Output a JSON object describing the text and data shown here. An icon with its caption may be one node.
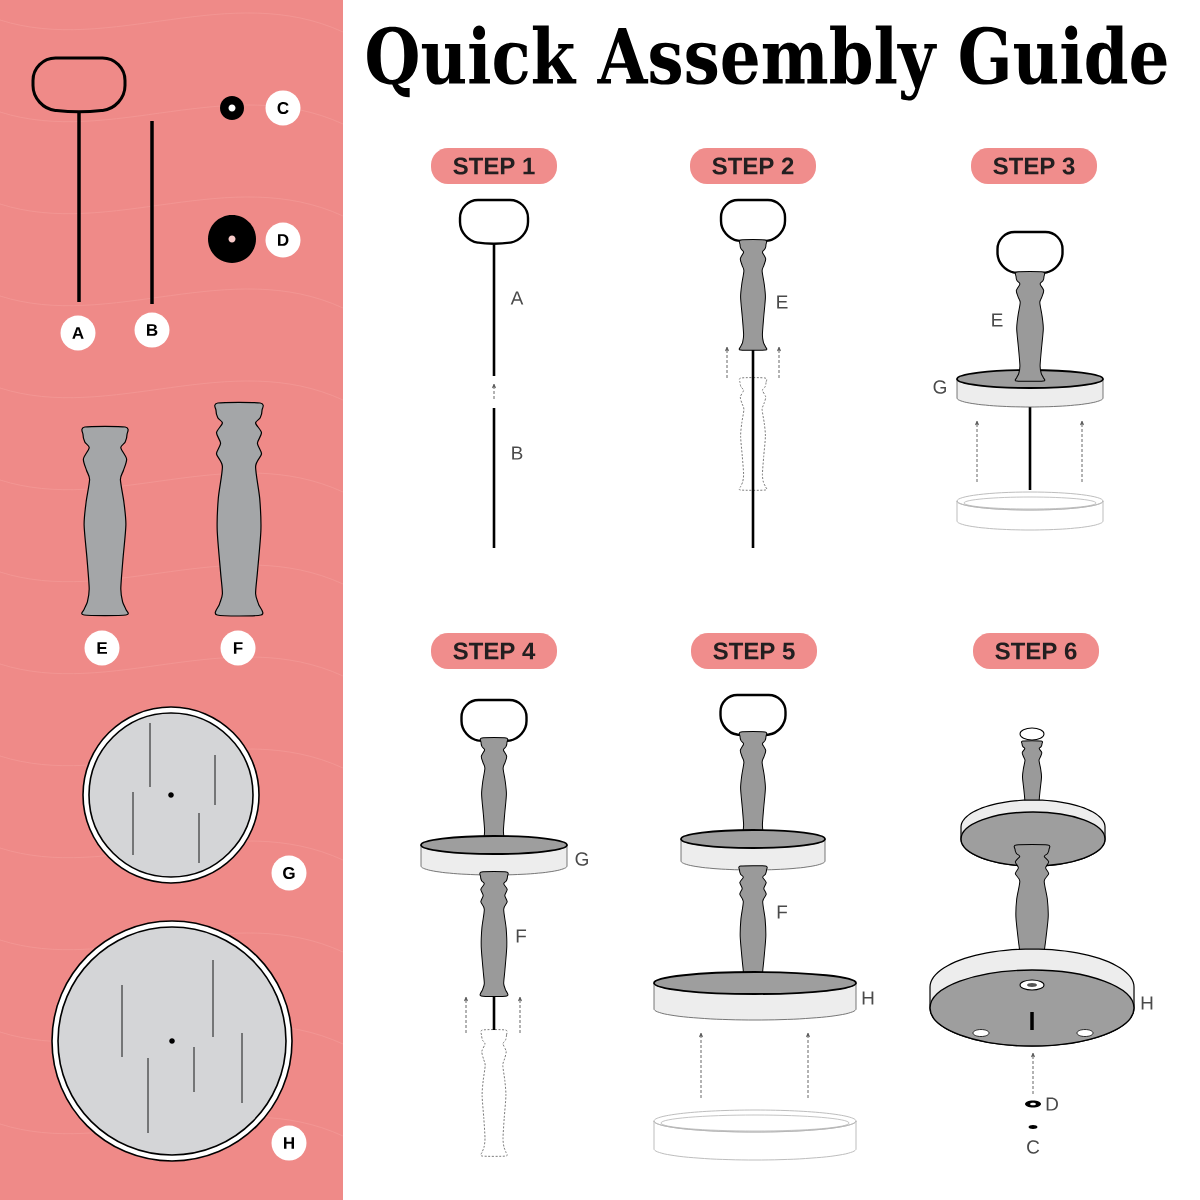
{
  "diagram": {
    "title": "Quick Assembly Guide",
    "nodes": [
      {
        "text": [
          "A"
        ]
      },
      {
        "text": [
          "B"
        ]
      },
      {
        "text": [
          "C"
        ]
      },
      {
        "text": [
          "D"
        ]
      },
      {
        "text": [],
        "shape": "bar"
      },
      {
        "text": [],
        "shape": "bar"
      },
      {
        "text": [
          "E"
        ]
      },
      {
        "text": [
          "F"
        ]
      },
      {
        "text": [
          "G"
        ]
      },
      {
        "text": [
          "H"
        ]
      },
      {
        "text": [
          "STEP 1"
        ]
      },
      {
        "text": [
          "STEP 2"
        ]
      },
      {
        "text": [
          "STEP 3"
        ]
      },
      {
        "text": [
          "STEP 4"
        ]
      },
      {
        "text": [
          "STEP 5"
        ]
      },
      {
        "text": [
          "STEP 6"
        ]
      }
    ],
    "labels": [
      "A",
      "B",
      "E",
      "E",
      "G",
      "G",
      "F",
      "F",
      "H",
      "H",
      "D",
      "C"
    ]
  }
}
